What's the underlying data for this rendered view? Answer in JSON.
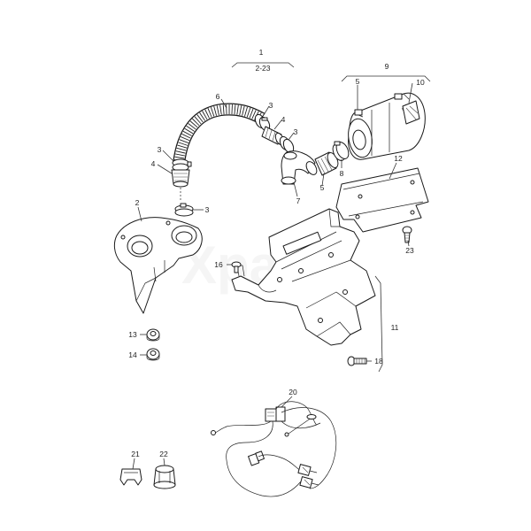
{
  "diagram": {
    "group_label": "1",
    "group_range": "2-23",
    "callouts": [
      {
        "id": "c1",
        "text": "1"
      },
      {
        "id": "c2",
        "text": "2"
      },
      {
        "id": "c3a",
        "text": "3"
      },
      {
        "id": "c3b",
        "text": "3"
      },
      {
        "id": "c3c",
        "text": "3"
      },
      {
        "id": "c3d",
        "text": "3"
      },
      {
        "id": "c4a",
        "text": "4"
      },
      {
        "id": "c4b",
        "text": "4"
      },
      {
        "id": "c5a",
        "text": "5"
      },
      {
        "id": "c5b",
        "text": "5"
      },
      {
        "id": "c6",
        "text": "6"
      },
      {
        "id": "c7",
        "text": "7"
      },
      {
        "id": "c8",
        "text": "8"
      },
      {
        "id": "c9",
        "text": "9"
      },
      {
        "id": "c10",
        "text": "10"
      },
      {
        "id": "c11",
        "text": "11"
      },
      {
        "id": "c12",
        "text": "12"
      },
      {
        "id": "c13",
        "text": "13"
      },
      {
        "id": "c14",
        "text": "14"
      },
      {
        "id": "c16",
        "text": "16"
      },
      {
        "id": "c18",
        "text": "18"
      },
      {
        "id": "c20",
        "text": "20"
      },
      {
        "id": "c21",
        "text": "21"
      },
      {
        "id": "c22",
        "text": "22"
      },
      {
        "id": "c23",
        "text": "23"
      }
    ]
  }
}
